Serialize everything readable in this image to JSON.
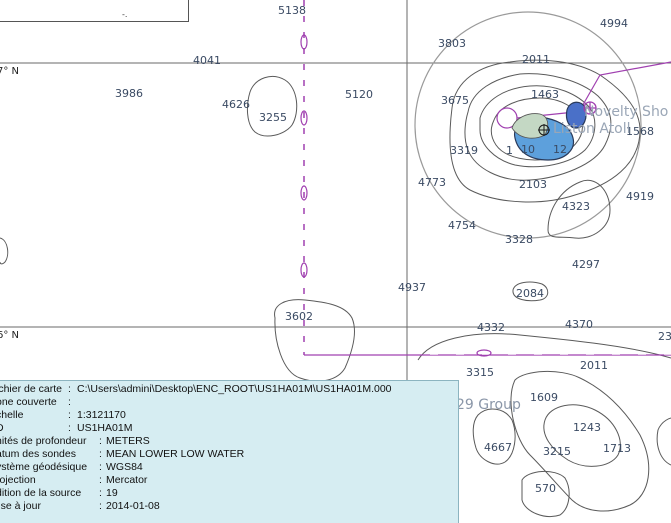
{
  "top_box_mark": "-.",
  "latitudes": [
    "7° N",
    "6° N"
  ],
  "soundings": [
    "5138",
    "4994",
    "3803",
    "4041",
    "2011",
    "3986",
    "5120",
    "1463",
    "4626",
    "3675",
    "3255",
    "1568",
    "3319",
    "1",
    "10",
    "12",
    "4773",
    "2103",
    "4919",
    "4323",
    "4754",
    "3328",
    "4297",
    "4937",
    "2084",
    "3602",
    "4332",
    "4370",
    "23",
    "3315",
    "2011",
    "1609",
    "1243",
    "4667",
    "3215",
    "1713",
    "570"
  ],
  "labels": {
    "novelty_shoal": "Novelty Sho",
    "atoll": "Liston Atoll",
    "group": "29 Group"
  },
  "info": {
    "rows": [
      {
        "key": "ichier de carte",
        "sep": ":",
        "value": "C:\\Users\\admini\\Desktop\\ENC_ROOT\\US1HA01M\\US1HA01M.000"
      },
      {
        "key": "one couverte",
        "sep": ":",
        "value": ""
      },
      {
        "key": "chelle",
        "sep": ":",
        "value": "1:3121170"
      },
      {
        "key": "D",
        "sep": ":",
        "value": "US1HA01M"
      },
      {
        "key": "nités de profondeur",
        "sep": ":",
        "value": "METERS"
      },
      {
        "key": "atum des sondes",
        "sep": ":",
        "value": "MEAN LOWER LOW WATER"
      },
      {
        "key": "ystème géodésique",
        "sep": ":",
        "value": "WGS84"
      },
      {
        "key": "rojection",
        "sep": ":",
        "value": "Mercator"
      },
      {
        "key": "dition de la source",
        "sep": ":",
        "value": "19"
      },
      {
        "key": "lise à jour",
        "sep": ":",
        "value": "2014-01-08"
      }
    ]
  },
  "colors": {
    "background": "#ffffff",
    "info_panel": "#d6edf2",
    "shallow_blue": "#5da0dc",
    "shallow_green": "#c4d8c4",
    "route_magenta": "#a040b0",
    "sounding_text": "#3a4a63"
  }
}
